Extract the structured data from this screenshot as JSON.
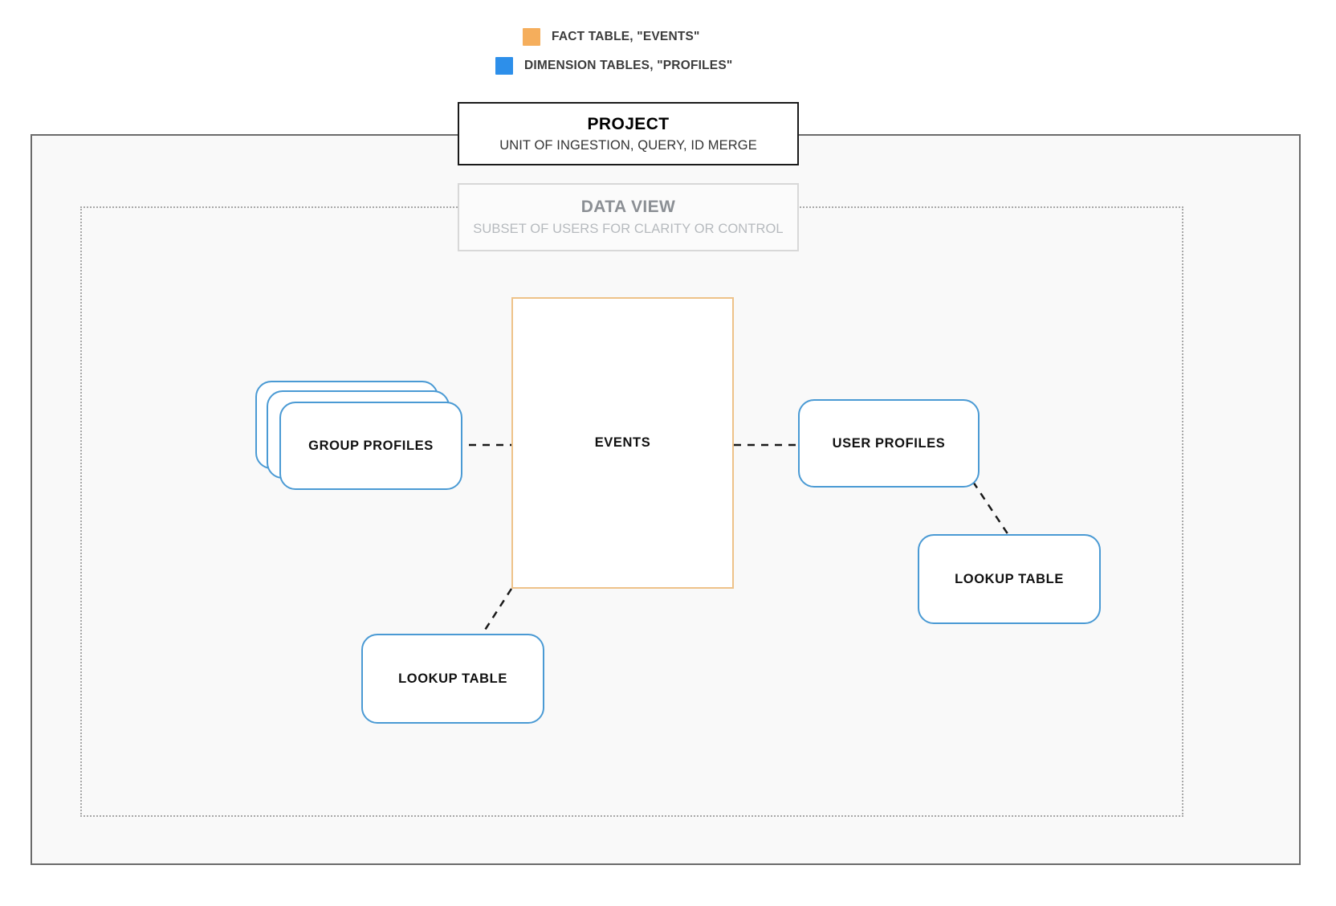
{
  "legend": {
    "items": [
      {
        "swatch_name": "legend-swatch-fact-table",
        "color": "#F5AE5C",
        "label": "FACT TABLE, \"EVENTS\""
      },
      {
        "swatch_name": "legend-swatch-dimension-tables",
        "color": "#2D8FEA",
        "label": "DIMENSION TABLES, \"PROFILES\""
      }
    ]
  },
  "project": {
    "title": "PROJECT",
    "subtitle": "UNIT OF INGESTION, QUERY, ID MERGE"
  },
  "data_view": {
    "title": "DATA VIEW",
    "subtitle": "SUBSET OF USERS FOR CLARITY OR CONTROL"
  },
  "nodes": {
    "events": {
      "label": "EVENTS",
      "border_color": "#eec289"
    },
    "group_profiles": {
      "label": "GROUP PROFILES",
      "border_color": "#4a9ad4",
      "stack_count": 3
    },
    "user_profiles": {
      "label": "USER PROFILES",
      "border_color": "#4a9ad4"
    },
    "lookup_table_right": {
      "label": "LOOKUP TABLE",
      "border_color": "#4a9ad4"
    },
    "lookup_table_left": {
      "label": "LOOKUP TABLE",
      "border_color": "#4a9ad4"
    }
  },
  "connectors": [
    {
      "name": "group-profiles-to-events",
      "style": "dashed",
      "color": "#1a1a1a"
    },
    {
      "name": "events-to-user-profiles",
      "style": "dashed",
      "color": "#1a1a1a"
    },
    {
      "name": "user-profiles-to-lookup-right",
      "style": "dashed",
      "color": "#1a1a1a"
    },
    {
      "name": "events-to-lookup-left",
      "style": "dashed",
      "color": "#1a1a1a"
    }
  ],
  "containers": {
    "outer": {
      "name": "project-boundary",
      "border_color": "#6b6b6b",
      "fill": "#f9f9f9"
    },
    "inner": {
      "name": "data-view-boundary",
      "border_color": "#a8a8a8"
    }
  }
}
